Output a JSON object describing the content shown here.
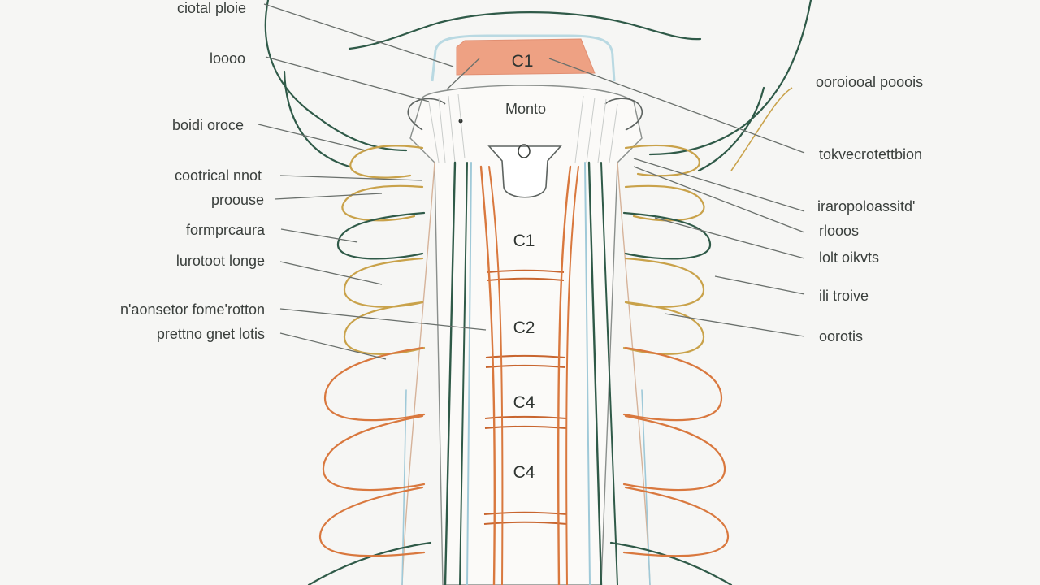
{
  "diagram": {
    "colors": {
      "background": "#f6f6f4",
      "outline": "#2f5a48",
      "nerve_orange": "#d9783e",
      "nerve_gold": "#c9a24a",
      "fiber_blue": "#9fc9d8",
      "highlight_salmon": "#eea183",
      "text": "#3a3f3c"
    },
    "vertebra_labels": {
      "top_c1": "C1",
      "mid_c1": "C1",
      "c2": "C2",
      "c4_upper": "C4",
      "c4_lower": "C4"
    },
    "center_label": "Monto",
    "left_labels": [
      "ciotal ploie",
      "loooo",
      "boidi oroce",
      "cootrical nnot",
      "proouse",
      "formprcaura",
      "lurotoot longe",
      "n'aonsetor fome'rotton",
      "prettno gnet lotis"
    ],
    "right_labels": [
      "ooroiooal pooois",
      "tokvecrotettbion",
      "iraropoloassitd'",
      "rlooos",
      "lolt oikvts",
      "ili troive",
      "oorotis"
    ]
  }
}
